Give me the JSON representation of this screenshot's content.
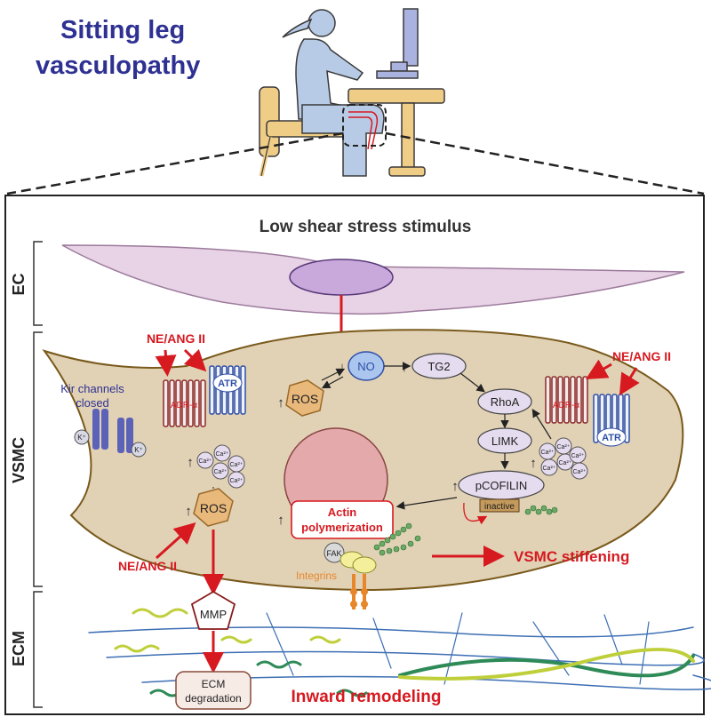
{
  "title": {
    "line1": "Sitting leg",
    "line2": "vasculopathy"
  },
  "header": "Low shear stress stimulus",
  "regions": {
    "ec": "EC",
    "vsmc": "VSMC",
    "ecm": "ECM"
  },
  "labels": {
    "ne_ang_left_top": "NE/ANG II",
    "ne_ang_right_top": "NE/ANG II",
    "ne_ang_left_bottom": "NE/ANG II",
    "kir_line1": "Kir channels",
    "kir_line2": "closed",
    "k_ion": "K⁺",
    "adr": "ADR-α",
    "atr": "ATR",
    "ca": "Ca²⁺",
    "ros": "ROS",
    "no": "NO",
    "tg2": "TG2",
    "rhoa": "RhoA",
    "limk": "LIMK",
    "pcofilin": "pCOFILIN",
    "inactive": "inactive",
    "actin_line1": "Actin",
    "actin_line2": "polymerization",
    "fak": "FAK",
    "integrins": "Integrins",
    "vsmc_stiffening": "VSMC stiffening",
    "mmp": "MMP",
    "ecm_deg_line1": "ECM",
    "ecm_deg_line2": "degradation",
    "inward_remodeling": "Inward remodeling",
    "up_arrow": "↑",
    "down_arrow": "↓"
  },
  "colors": {
    "title": "#2e3192",
    "red": "#d71920",
    "cell_fill": "#e1d2b6",
    "cell_stroke": "#7a5a1c",
    "ec_fill": "#e8d3e6",
    "nucleus": "#e4a9aa",
    "ros": "#e9b97c",
    "no": "#aac6ee",
    "node": "#e5dcef",
    "receptor_blue": "#2f4ea8",
    "receptor_red": "#8c2b2b",
    "kir": "#5b62b8",
    "fiber_blue": "#3d6fb4",
    "fiber_green": "#2e8b57",
    "fiber_yellow": "#bfcf3a",
    "chair": "#f0cd86",
    "person": "#b8cbe6"
  }
}
